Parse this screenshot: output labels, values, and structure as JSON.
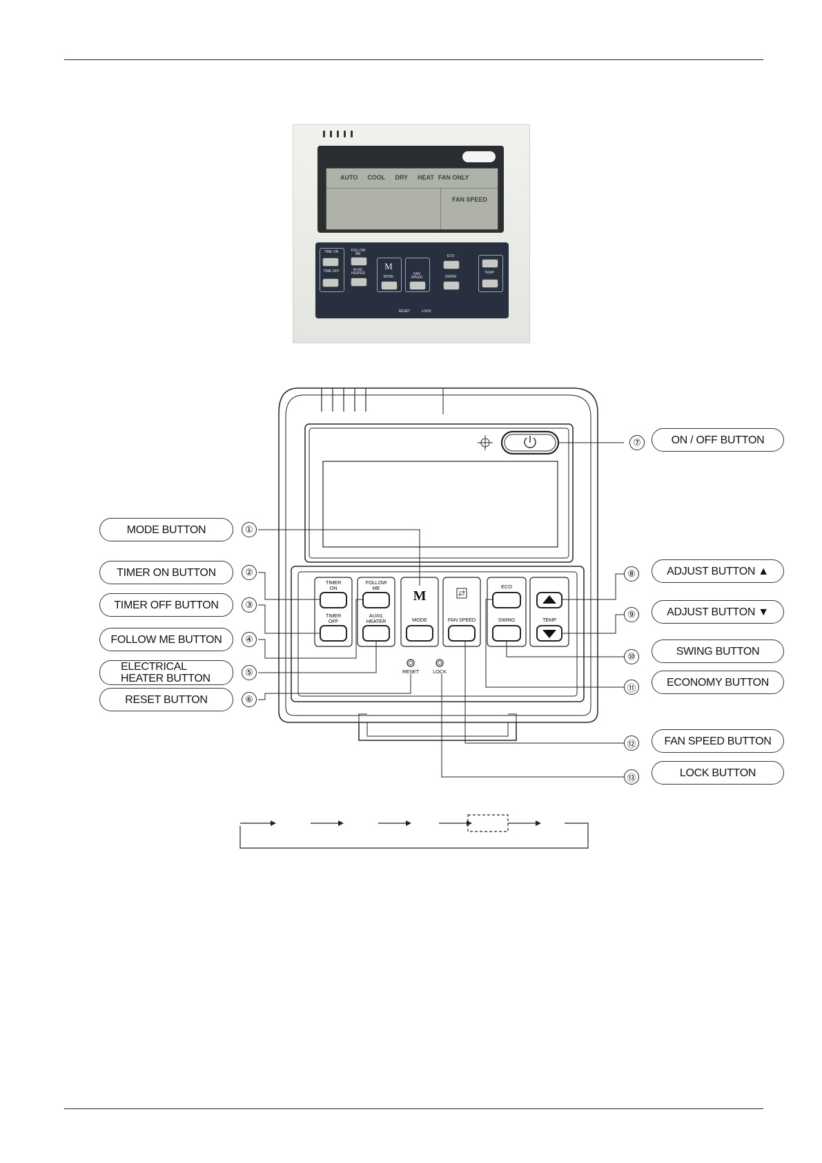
{
  "photo": {
    "lcd_modes": [
      "AUTO",
      "COOL",
      "DRY",
      "HEAT",
      "FAN ONLY"
    ],
    "lcd_fan_speed": "FAN SPEED",
    "key_labels": {
      "timer_on": "TIME ON",
      "timer_off": "TIME OFF",
      "follow_me": "FOLLOW ME",
      "auxil_heater": "AUXIL HEATER",
      "mode_symbol": "M",
      "mode": "MODE",
      "fan_speed": "FAN SPEED",
      "eco": "ECO",
      "swing": "SWING",
      "temp": "TEMP",
      "reset": "RESET",
      "lock": "LOCK"
    }
  },
  "diagram": {
    "keys": {
      "timer_on": "TIMER ON",
      "timer_off": "TIMER OFF",
      "follow_me": "FOLLOW ME",
      "auxil_heater": "AUXIL HEATER",
      "mode_symbol": "M",
      "mode": "MODE",
      "fan_speed": "FAN SPEED",
      "eco": "ECO",
      "swing": "SWING",
      "temp": "TEMP",
      "reset": "RESET",
      "lock": "LOCK"
    },
    "callouts": {
      "c1": {
        "num": "①",
        "label": "MODE BUTTON"
      },
      "c2": {
        "num": "②",
        "label": "TIMER ON BUTTON"
      },
      "c3": {
        "num": "③",
        "label": "TIMER OFF BUTTON"
      },
      "c4": {
        "num": "④",
        "label": "FOLLOW ME BUTTON"
      },
      "c5": {
        "num": "⑤",
        "label_line1": "ELECTRICAL",
        "label_line2": "HEATER BUTTON"
      },
      "c6": {
        "num": "⑥",
        "label": "RESET BUTTON"
      },
      "c7": {
        "num": "⑦",
        "label": "ON / OFF BUTTON"
      },
      "c8": {
        "num": "⑧",
        "label": "ADJUST BUTTON ▲"
      },
      "c9": {
        "num": "⑨",
        "label": "ADJUST BUTTON ▼"
      },
      "c10": {
        "num": "⑩",
        "label": "SWING BUTTON"
      },
      "c11": {
        "num": "⑪",
        "label": "ECONOMY BUTTON"
      },
      "c12": {
        "num": "⑫",
        "label": "FAN SPEED BUTTON"
      },
      "c13": {
        "num": "⑬",
        "label": "LOCK BUTTON"
      }
    }
  }
}
